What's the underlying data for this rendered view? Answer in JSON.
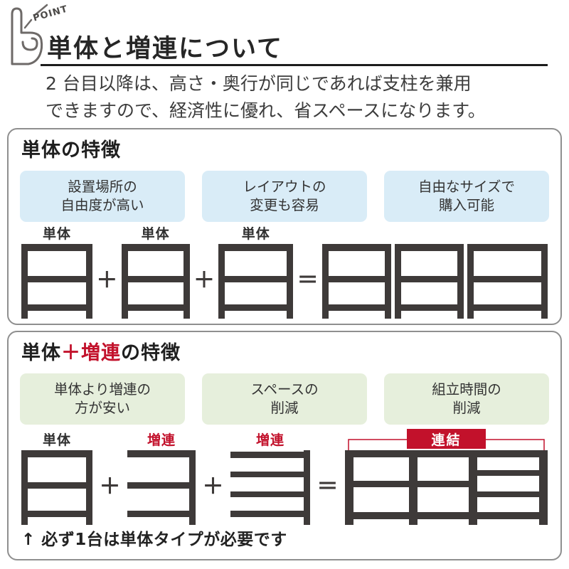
{
  "point_label": "POINT",
  "header": {
    "title": "単体と増連について",
    "desc_line1": "2 台目以降は、高さ・奥行が同じであれば支柱を兼用",
    "desc_line2": "できますので、経済性に優れ、省スペースになります。"
  },
  "box1": {
    "title": "単体の特徴",
    "chips": [
      {
        "line1": "設置場所の",
        "line2": "自由度が高い"
      },
      {
        "line1": "レイアウトの",
        "line2": "変更も容易"
      },
      {
        "line1": "自由なサイズで",
        "line2": "購入可能"
      }
    ],
    "units": [
      "単体",
      "単体",
      "単体"
    ],
    "plus": "＋",
    "equals": "＝"
  },
  "box2": {
    "title_prefix": "単体",
    "title_highlight": "＋増連",
    "title_suffix": "の特徴",
    "chips": [
      {
        "line1": "単体より増連の",
        "line2": "方が安い"
      },
      {
        "line1": "スペースの",
        "line2": "削減"
      },
      {
        "line1": "組立時間の",
        "line2": "削減"
      }
    ],
    "units": [
      "単体",
      "増連",
      "増連"
    ],
    "plus": "＋",
    "equals": "＝",
    "badge": "連結",
    "note": "↑ 必ず1台は単体タイプが必要です"
  },
  "colors": {
    "accent_red": "#c2112b",
    "chip_blue": "#d9ecf7",
    "chip_green": "#e6efdc",
    "shelf_dark": "#3e3a39",
    "border_gray": "#8f8f8f"
  }
}
